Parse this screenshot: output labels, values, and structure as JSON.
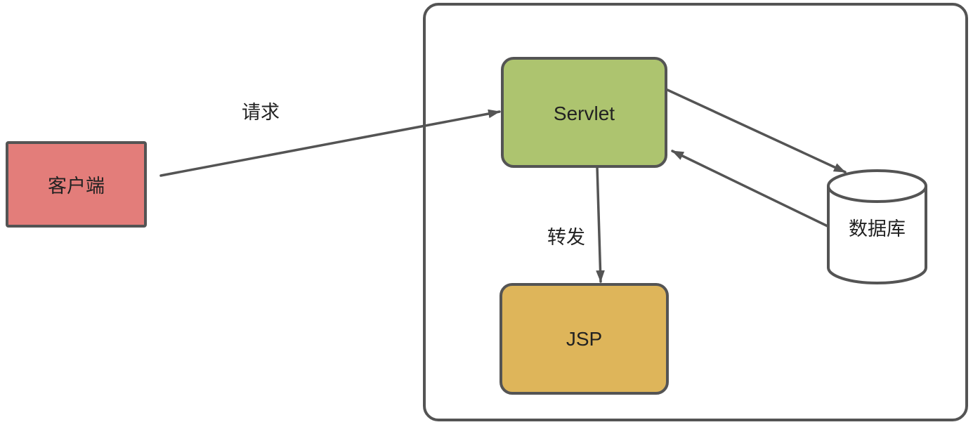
{
  "diagram": {
    "type": "architecture-flow",
    "colors": {
      "stroke": "#545454",
      "text": "#222222",
      "background": "#ffffff",
      "client_fill": "#e37d7a",
      "servlet_fill": "#adc46f",
      "jsp_fill": "#deb55a",
      "database_fill": "#ffffff"
    },
    "nodes": {
      "client": {
        "label": "客户端",
        "shape": "rectangle",
        "fill": "#e37d7a"
      },
      "servlet": {
        "label": "Servlet",
        "shape": "rounded-rectangle",
        "fill": "#adc46f"
      },
      "jsp": {
        "label": "JSP",
        "shape": "rounded-rectangle",
        "fill": "#deb55a"
      },
      "database": {
        "label": "数据库",
        "shape": "cylinder",
        "fill": "#ffffff"
      },
      "server_container": {
        "label": "",
        "shape": "rounded-rectangle",
        "fill": "none"
      }
    },
    "edges": [
      {
        "id": "request",
        "from": "client",
        "to": "servlet",
        "label": "请求"
      },
      {
        "id": "forward",
        "from": "servlet",
        "to": "jsp",
        "label": "转发"
      },
      {
        "id": "servlet-to-db",
        "from": "servlet",
        "to": "database",
        "label": ""
      },
      {
        "id": "db-to-servlet",
        "from": "database",
        "to": "servlet",
        "label": ""
      }
    ]
  }
}
